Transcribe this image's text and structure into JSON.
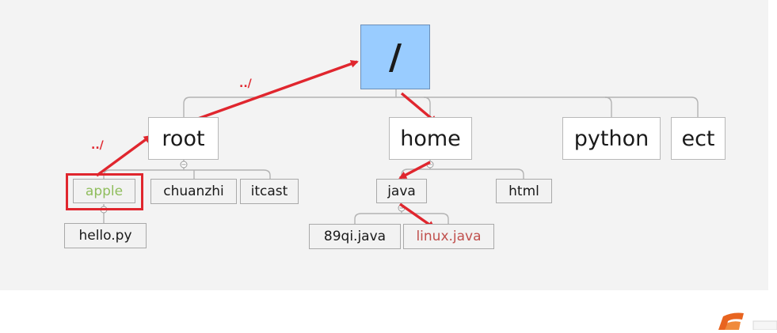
{
  "tree": {
    "root": "/",
    "level1": [
      "root",
      "home",
      "python",
      "ect"
    ],
    "root_children": [
      "apple",
      "chuanzhi",
      "itcast"
    ],
    "apple_children": [
      "hello.py"
    ],
    "home_children": [
      "java",
      "html"
    ],
    "java_children": [
      "89qi.java",
      "linux.java"
    ]
  },
  "annotations": {
    "label_upper": "../",
    "label_lower": "../"
  },
  "colors": {
    "root_fill": "#99ccff",
    "arrow": "#e0262e",
    "apple_text": "#8fbd5c",
    "linux_text": "#c0504d",
    "background": "#f3f3f3"
  },
  "logo": {
    "icon": "brand-logo-icon"
  }
}
